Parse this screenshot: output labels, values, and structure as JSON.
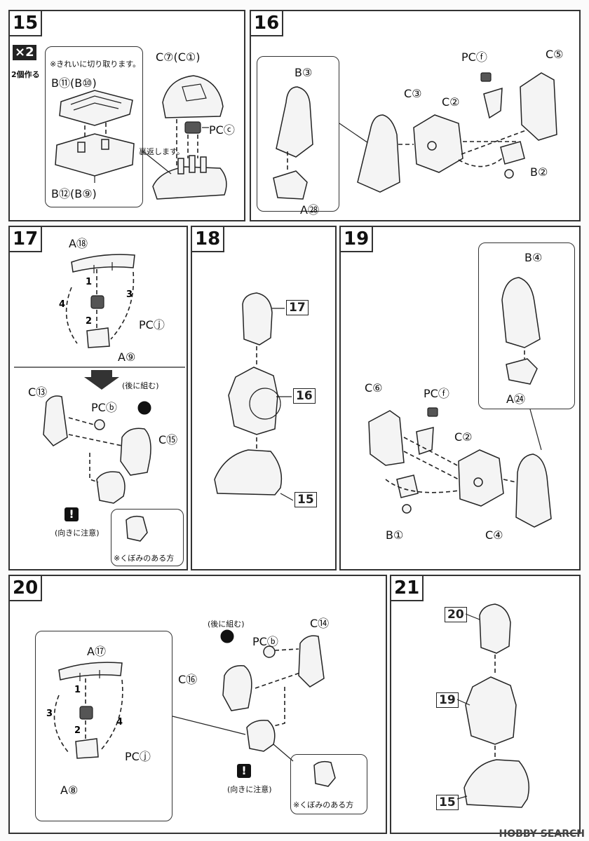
{
  "steps": {
    "s15": {
      "number": "15",
      "multiplier": "×2",
      "multiplier_note": "2個作る",
      "tip_cut": "※きれいに切り取ります。",
      "tip_flip": "裏返します。",
      "part_top_left": "B⑪(B⑩)",
      "part_bottom_left": "B⑫(B⑨)",
      "part_cap": "C⑦(C①)",
      "part_poly": "PCⓒ"
    },
    "s16": {
      "number": "16",
      "labels": [
        "B③",
        "A㉘",
        "C③",
        "PCⓕ",
        "C②",
        "C⑤",
        "B②"
      ]
    },
    "s17": {
      "number": "17",
      "labels": [
        "A⑱",
        "PCⓙ",
        "A⑨",
        "C⑬",
        "PCⓑ",
        "C⑮"
      ],
      "steps_nums": [
        "1",
        "2",
        "3",
        "4"
      ],
      "later_note": "(後に組む)",
      "orient_note": "(向きに注意)",
      "hollow_note": "※くぼみのある方"
    },
    "s18": {
      "number": "18",
      "refs": [
        "17",
        "16",
        "15"
      ]
    },
    "s19": {
      "number": "19",
      "labels": [
        "B④",
        "A㉔",
        "C⑥",
        "PCⓕ",
        "C②",
        "B①",
        "C④"
      ]
    },
    "s20": {
      "number": "20",
      "labels": [
        "A⑰",
        "PCⓙ",
        "A⑧",
        "C⑭",
        "PCⓑ",
        "C⑯"
      ],
      "steps_nums": [
        "1",
        "2",
        "3",
        "4"
      ],
      "later_note": "(後に組む)",
      "orient_note": "(向きに注意)",
      "hollow_note": "※くぼみのある方"
    },
    "s21": {
      "number": "21",
      "refs": [
        "20",
        "19",
        "15"
      ]
    }
  },
  "footer": "HOBBY SEARCH",
  "bang": "!"
}
